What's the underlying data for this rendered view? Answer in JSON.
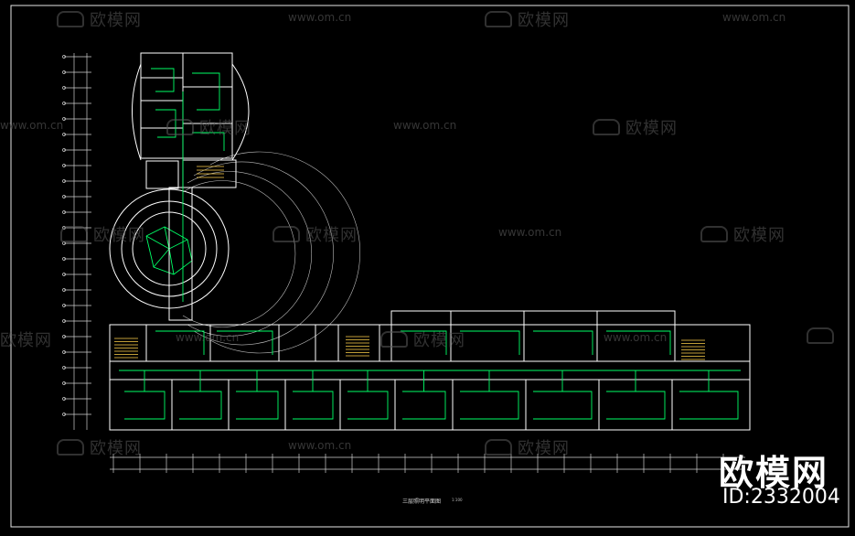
{
  "watermark": {
    "brand": "欧模网",
    "url": "www.om.cn"
  },
  "brand_corner": {
    "name": "欧模网",
    "id": "ID:2332004"
  },
  "drawing": {
    "title": "三层照明平面图",
    "scale": "1:100"
  },
  "colors": {
    "background": "#000000",
    "walls": "#ffffff",
    "circuits": "#00ff66",
    "stairs": "#ffd24a",
    "dimension": "#d8d8d8",
    "watermark": "#5a5a5a"
  }
}
